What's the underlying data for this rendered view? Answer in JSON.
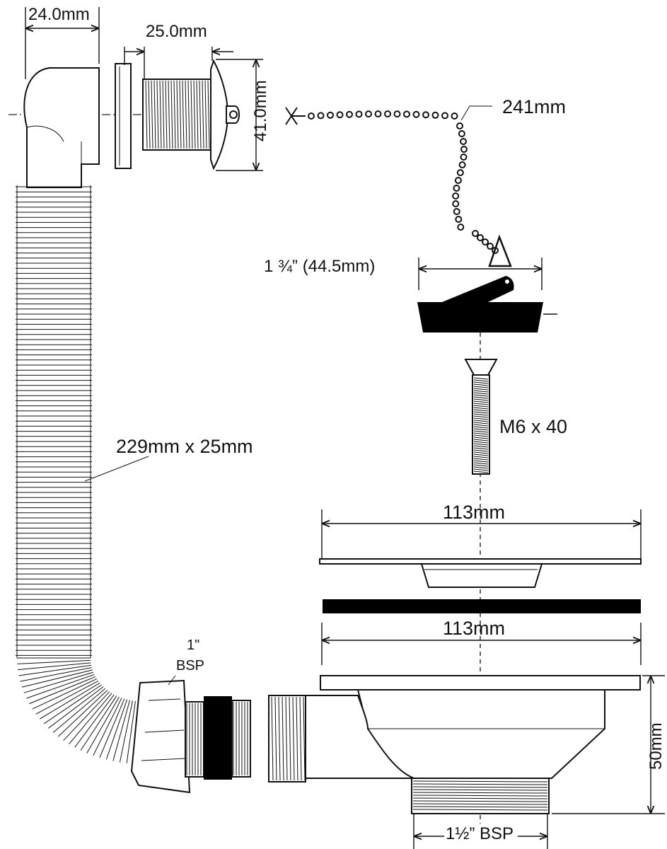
{
  "labels": {
    "elbow_depth": "24.0mm",
    "connector_length": "25.0mm",
    "overflow_height": "41.0mm",
    "chain_length": "241mm",
    "plug_diameter": "1 ¾” (44.5mm)",
    "screw": "M6 x 40",
    "hose": "229mm x 25mm",
    "flange_width": "113mm",
    "washer_width": "113mm",
    "body_height": "50mm",
    "outlet_thread": "1½” BSP",
    "hose_thread_size": "1\"",
    "hose_thread_type": "BSP"
  },
  "colors": {
    "line": "#111111",
    "fill": "#ffffff",
    "solid": "#000000"
  }
}
